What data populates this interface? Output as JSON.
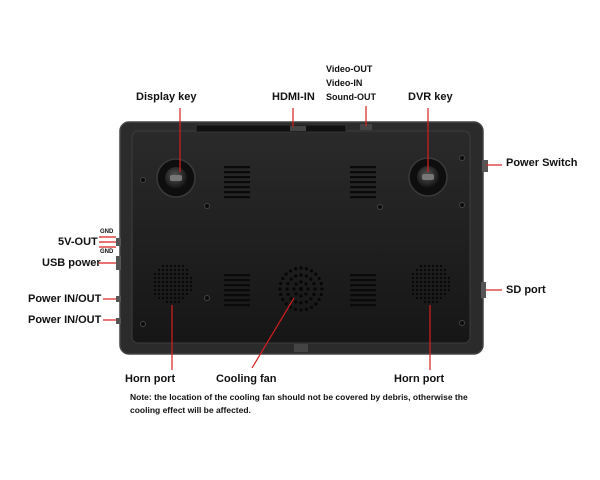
{
  "labels": {
    "display_key": "Display key",
    "hdmi_in": "HDMI-IN",
    "video_out": "Video-OUT",
    "video_in": "Video-IN",
    "sound_out": "Sound-OUT",
    "dvr_key": "DVR key",
    "power_switch": "Power Switch",
    "gnd_top": "GND",
    "five_v_out": "5V-OUT",
    "gnd_bottom": "GND",
    "usb_power": "USB power",
    "sd_port": "SD port",
    "power_in_out_1": "Power IN/OUT",
    "power_in_out_2": "Power IN/OUT",
    "horn_port_left": "Horn port",
    "cooling_fan": "Cooling fan",
    "horn_port_right": "Horn port"
  },
  "note": "Note: the location of the cooling fan should not be covered by debris, otherwise the cooling effect will be affected.",
  "colors": {
    "device_body": "#1c1c1c",
    "device_edge": "#3a3a3a",
    "leader_line": "#d81e1e",
    "text": "#111111"
  }
}
